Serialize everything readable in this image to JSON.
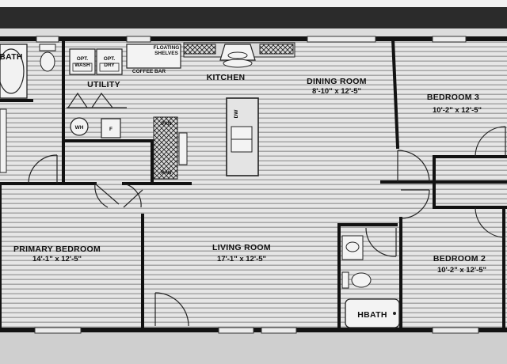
{
  "rooms": {
    "bath": {
      "name": "BATH"
    },
    "utility": {
      "name": "UTILITY"
    },
    "kitchen": {
      "name": "KITCHEN"
    },
    "dining": {
      "name": "DINING ROOM",
      "dims": "8'-10\" x 12'-5\""
    },
    "bedroom3": {
      "name": "BEDROOM 3",
      "dims": "10'-2\" x 12'-5\""
    },
    "primary": {
      "name": "PRIMARY BEDROOM",
      "dims": "14'-1\" x 12'-5\""
    },
    "living": {
      "name": "LIVING ROOM",
      "dims": "17'-1\" x 12'-5\""
    },
    "bedroom2": {
      "name": "BEDROOM 2",
      "dims": "10'-2\" x 12'-5\""
    },
    "hbath": {
      "name": "HBATH"
    }
  },
  "fixtures": {
    "opt_wash": [
      "OPT.",
      "WASH"
    ],
    "opt_dry": [
      "OPT.",
      "DRY"
    ],
    "coffee_bar": "COFFEE BAR",
    "floating_shelves": [
      "FLOATING",
      "SHELVES"
    ],
    "dishwasher": "DW",
    "water_heater": "WH",
    "furnace": "F",
    "pantry": "PAN",
    "pantry2": "PAN"
  }
}
